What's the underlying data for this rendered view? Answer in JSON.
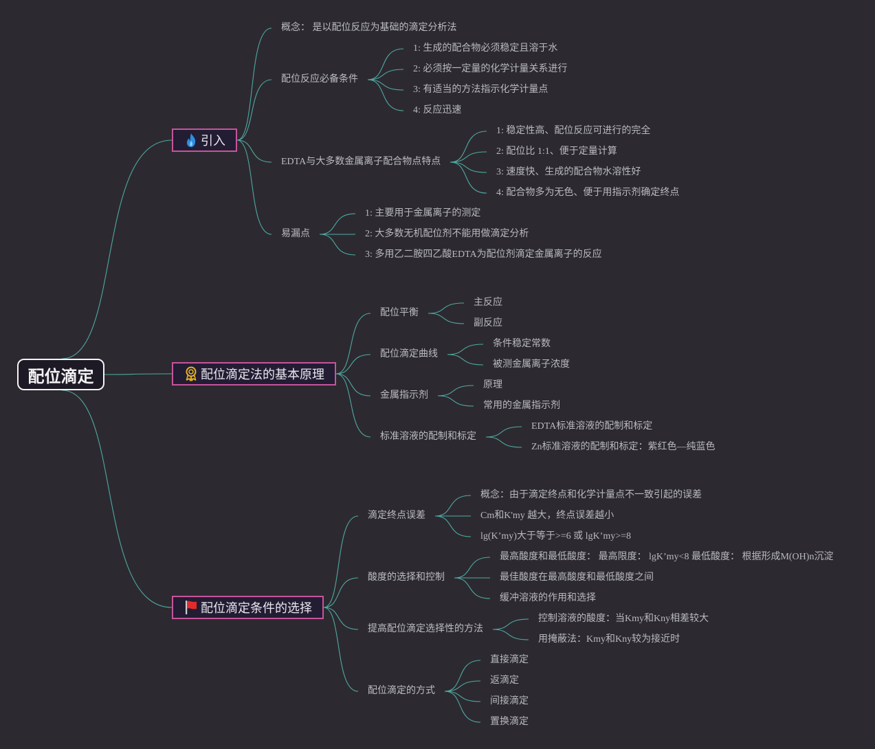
{
  "root": {
    "label": "配位滴定"
  },
  "branches": [
    {
      "label": "引入",
      "icon": "flame-icon",
      "topics": [
        {
          "label": "概念： 是以配位反应为基础的滴定分析法",
          "children": []
        },
        {
          "label": "配位反应必备条件",
          "children": [
            "1: 生成的配合物必须稳定且溶于水",
            "2: 必须按一定量的化学计量关系进行",
            "3: 有适当的方法指示化学计量点",
            "4: 反应迅速"
          ]
        },
        {
          "label": "EDTA与大多数金属离子配合物点特点",
          "children": [
            "1: 稳定性高、配位反应可进行的完全",
            "2: 配位比 1:1、便于定量计算",
            "3: 速度快、生成的配合物水溶性好",
            "4: 配合物多为无色、便于用指示剂确定终点"
          ]
        },
        {
          "label": "易漏点",
          "children": [
            "1: 主要用于金属离子的测定",
            "2: 大多数无机配位剂不能用做滴定分析",
            "3: 多用乙二胺四乙酸EDTA为配位剂滴定金属离子的反应"
          ]
        }
      ]
    },
    {
      "label": "配位滴定法的基本原理",
      "icon": "award-ribbon-icon",
      "topics": [
        {
          "label": "配位平衡",
          "children": [
            "主反应",
            "副反应"
          ]
        },
        {
          "label": "配位滴定曲线",
          "children": [
            "条件稳定常数",
            "被测金属离子浓度"
          ]
        },
        {
          "label": "金属指示剂",
          "children": [
            "原理",
            "常用的金属指示剂"
          ]
        },
        {
          "label": "标准溶液的配制和标定",
          "children": [
            "EDTA标准溶液的配制和标定",
            "Zn标准溶液的配制和标定：紫红色—纯蓝色"
          ]
        }
      ]
    },
    {
      "label": "配位滴定条件的选择",
      "icon": "red-flag-icon",
      "topics": [
        {
          "label": "滴定终点误差",
          "children": [
            "概念：由于滴定终点和化学计量点不一致引起的误差",
            "Cm和K'my 越大，终点误差越小",
            "lg(K’my)大于等于>=6 或 lgK’my>=8"
          ]
        },
        {
          "label": "酸度的选择和控制",
          "children": [
            "最高酸度和最低酸度： 最高限度： lgK’my<8 最低酸度： 根据形成M(OH)n沉淀",
            "最佳酸度在最高酸度和最低酸度之间",
            "缓冲溶液的作用和选择"
          ]
        },
        {
          "label": "提高配位滴定选择性的方法",
          "children": [
            "控制溶液的酸度：当Kmy和Kny相差较大",
            "用掩蔽法：Kmy和Kny较为接近时"
          ]
        },
        {
          "label": "配位滴定的方式",
          "children": [
            "直接滴定",
            "返滴定",
            "间接滴定",
            "置换滴定"
          ]
        }
      ]
    }
  ],
  "colors": {
    "background": "#2c2a30",
    "connector": "#4fa9a3",
    "branch_border": "#c8549c",
    "root_border": "#f4f4f4"
  }
}
